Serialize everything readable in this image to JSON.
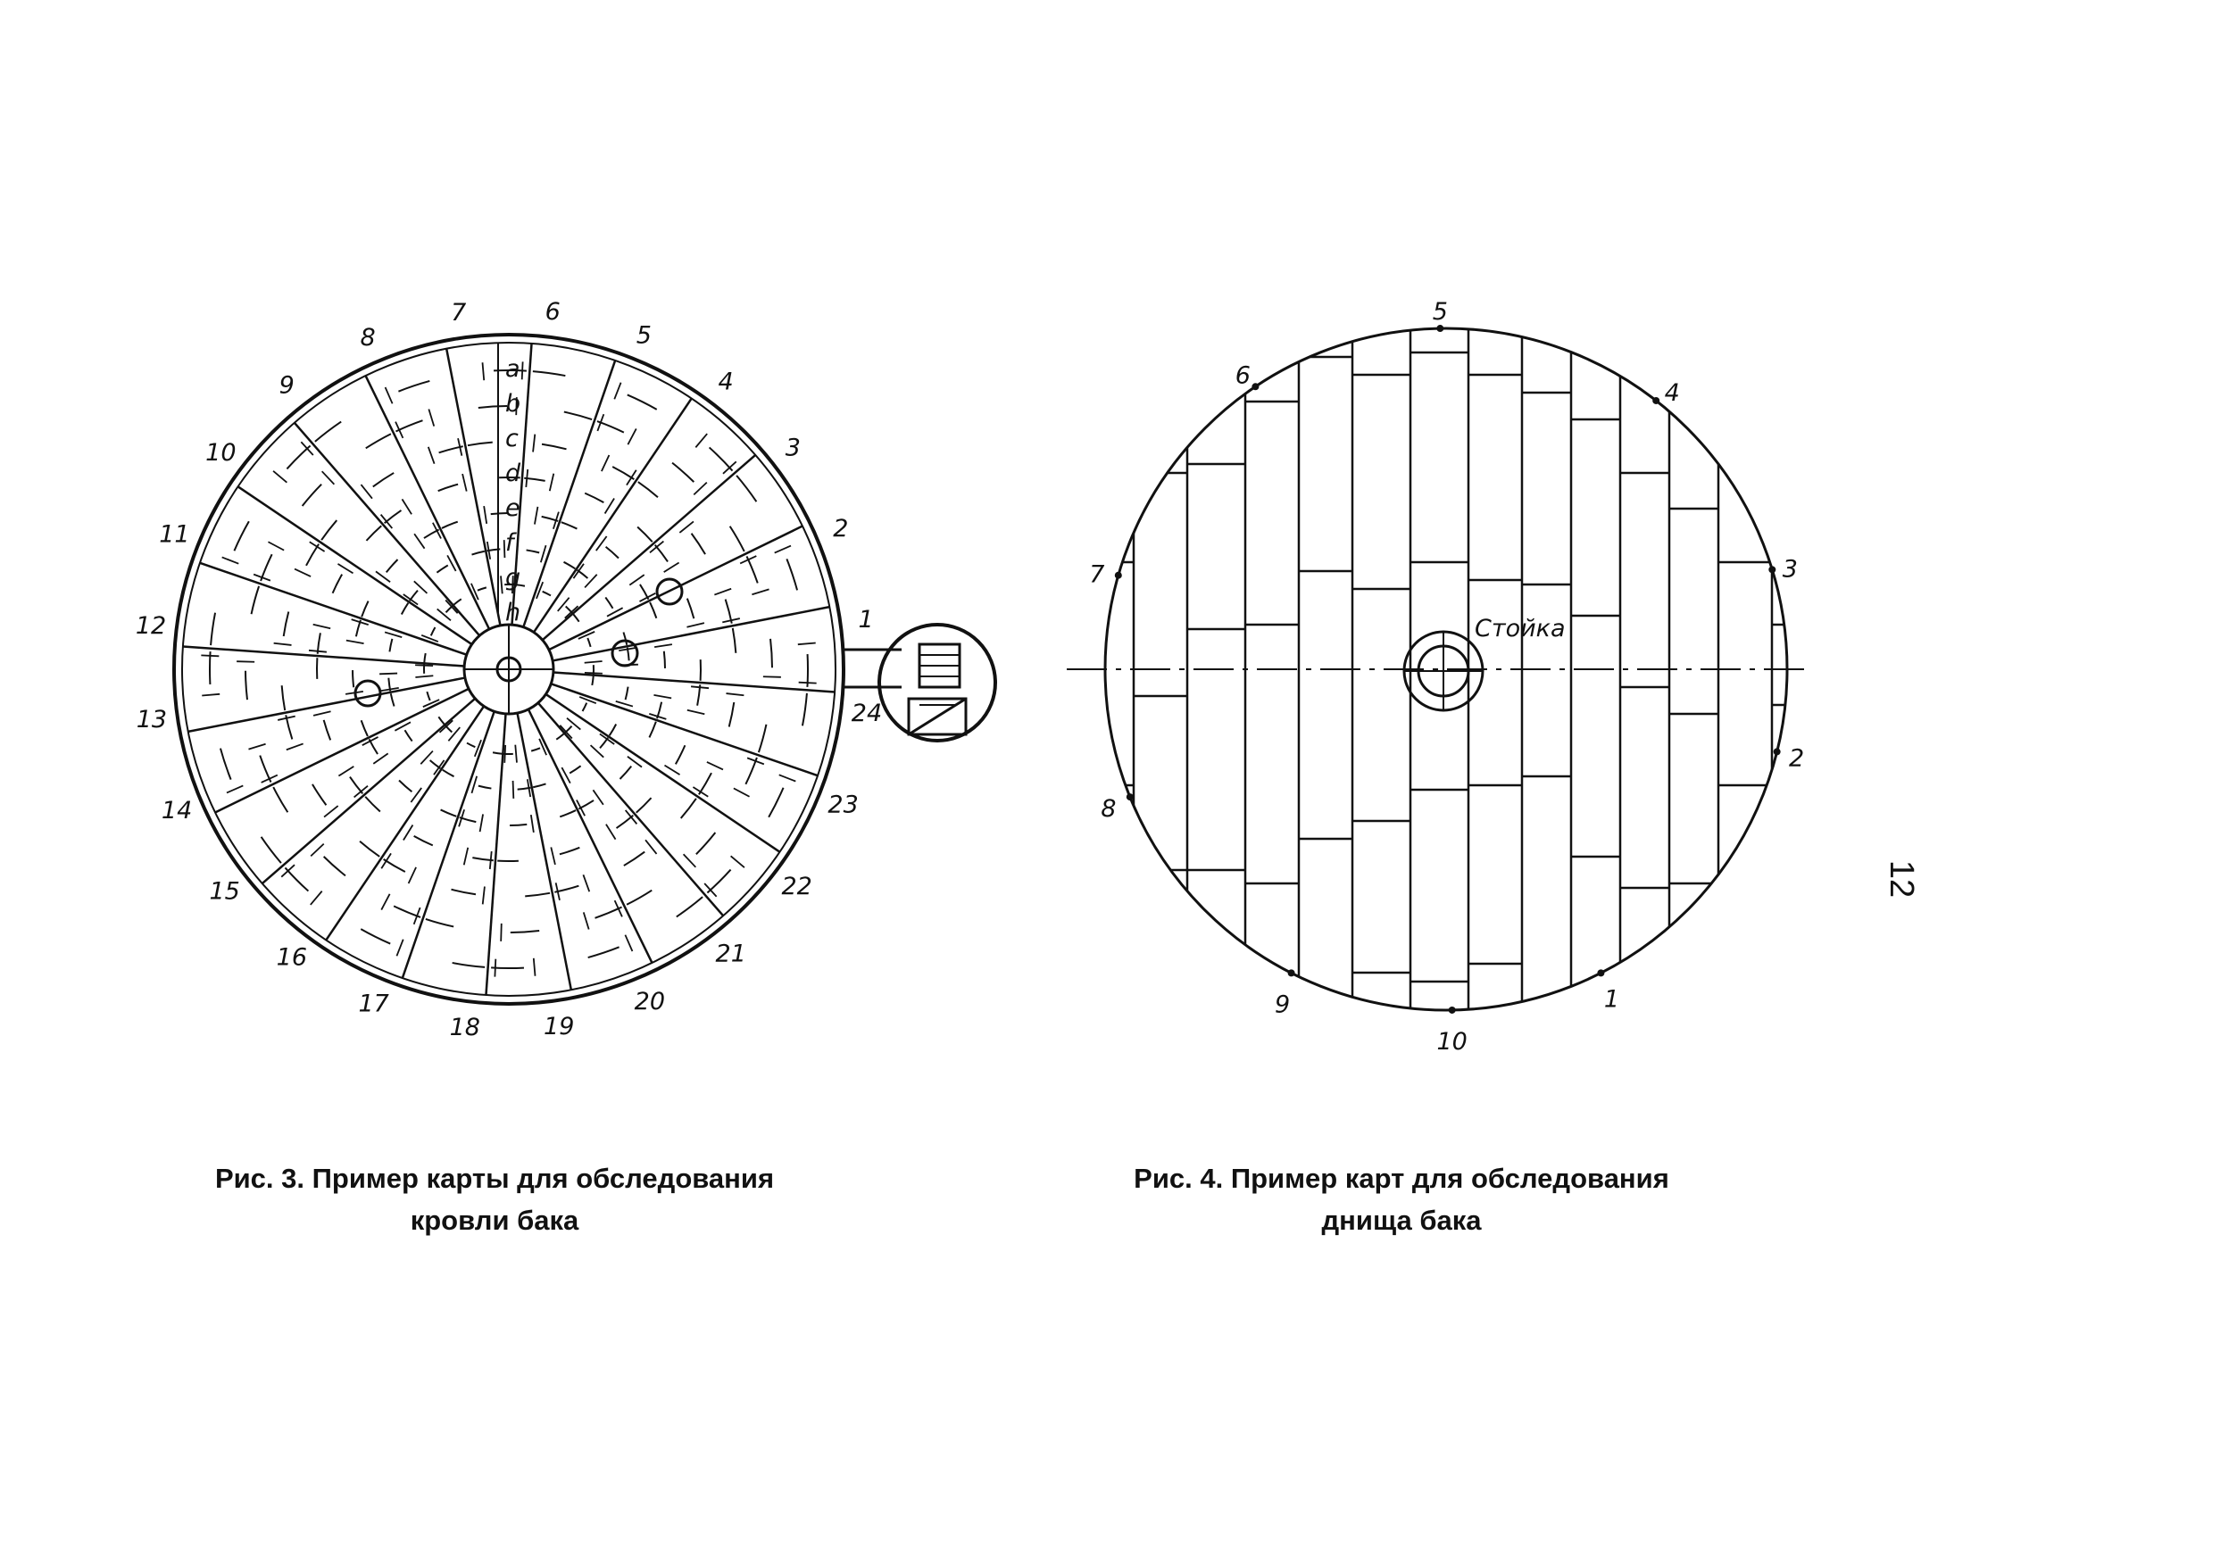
{
  "figure3": {
    "rim_labels": [
      "1",
      "2",
      "3",
      "4",
      "5",
      "6",
      "7",
      "8",
      "9",
      "10",
      "11",
      "12",
      "13",
      "14",
      "15",
      "16",
      "17",
      "18",
      "19",
      "20",
      "21",
      "22",
      "23",
      "24"
    ],
    "ring_letters": [
      "a",
      "b",
      "c",
      "d",
      "e",
      "f",
      "g",
      "h"
    ],
    "caption_line1": "Рис. 3. Пример карты для обследования",
    "caption_line2": "кровли бака"
  },
  "figure4": {
    "rim_labels": [
      "1",
      "2",
      "3",
      "4",
      "5",
      "6",
      "7",
      "8",
      "9",
      "10"
    ],
    "center_label": "Стойка",
    "caption_line1": "Рис. 4. Пример карт для обследования",
    "caption_line2": "днища бака"
  },
  "page_number": "12"
}
